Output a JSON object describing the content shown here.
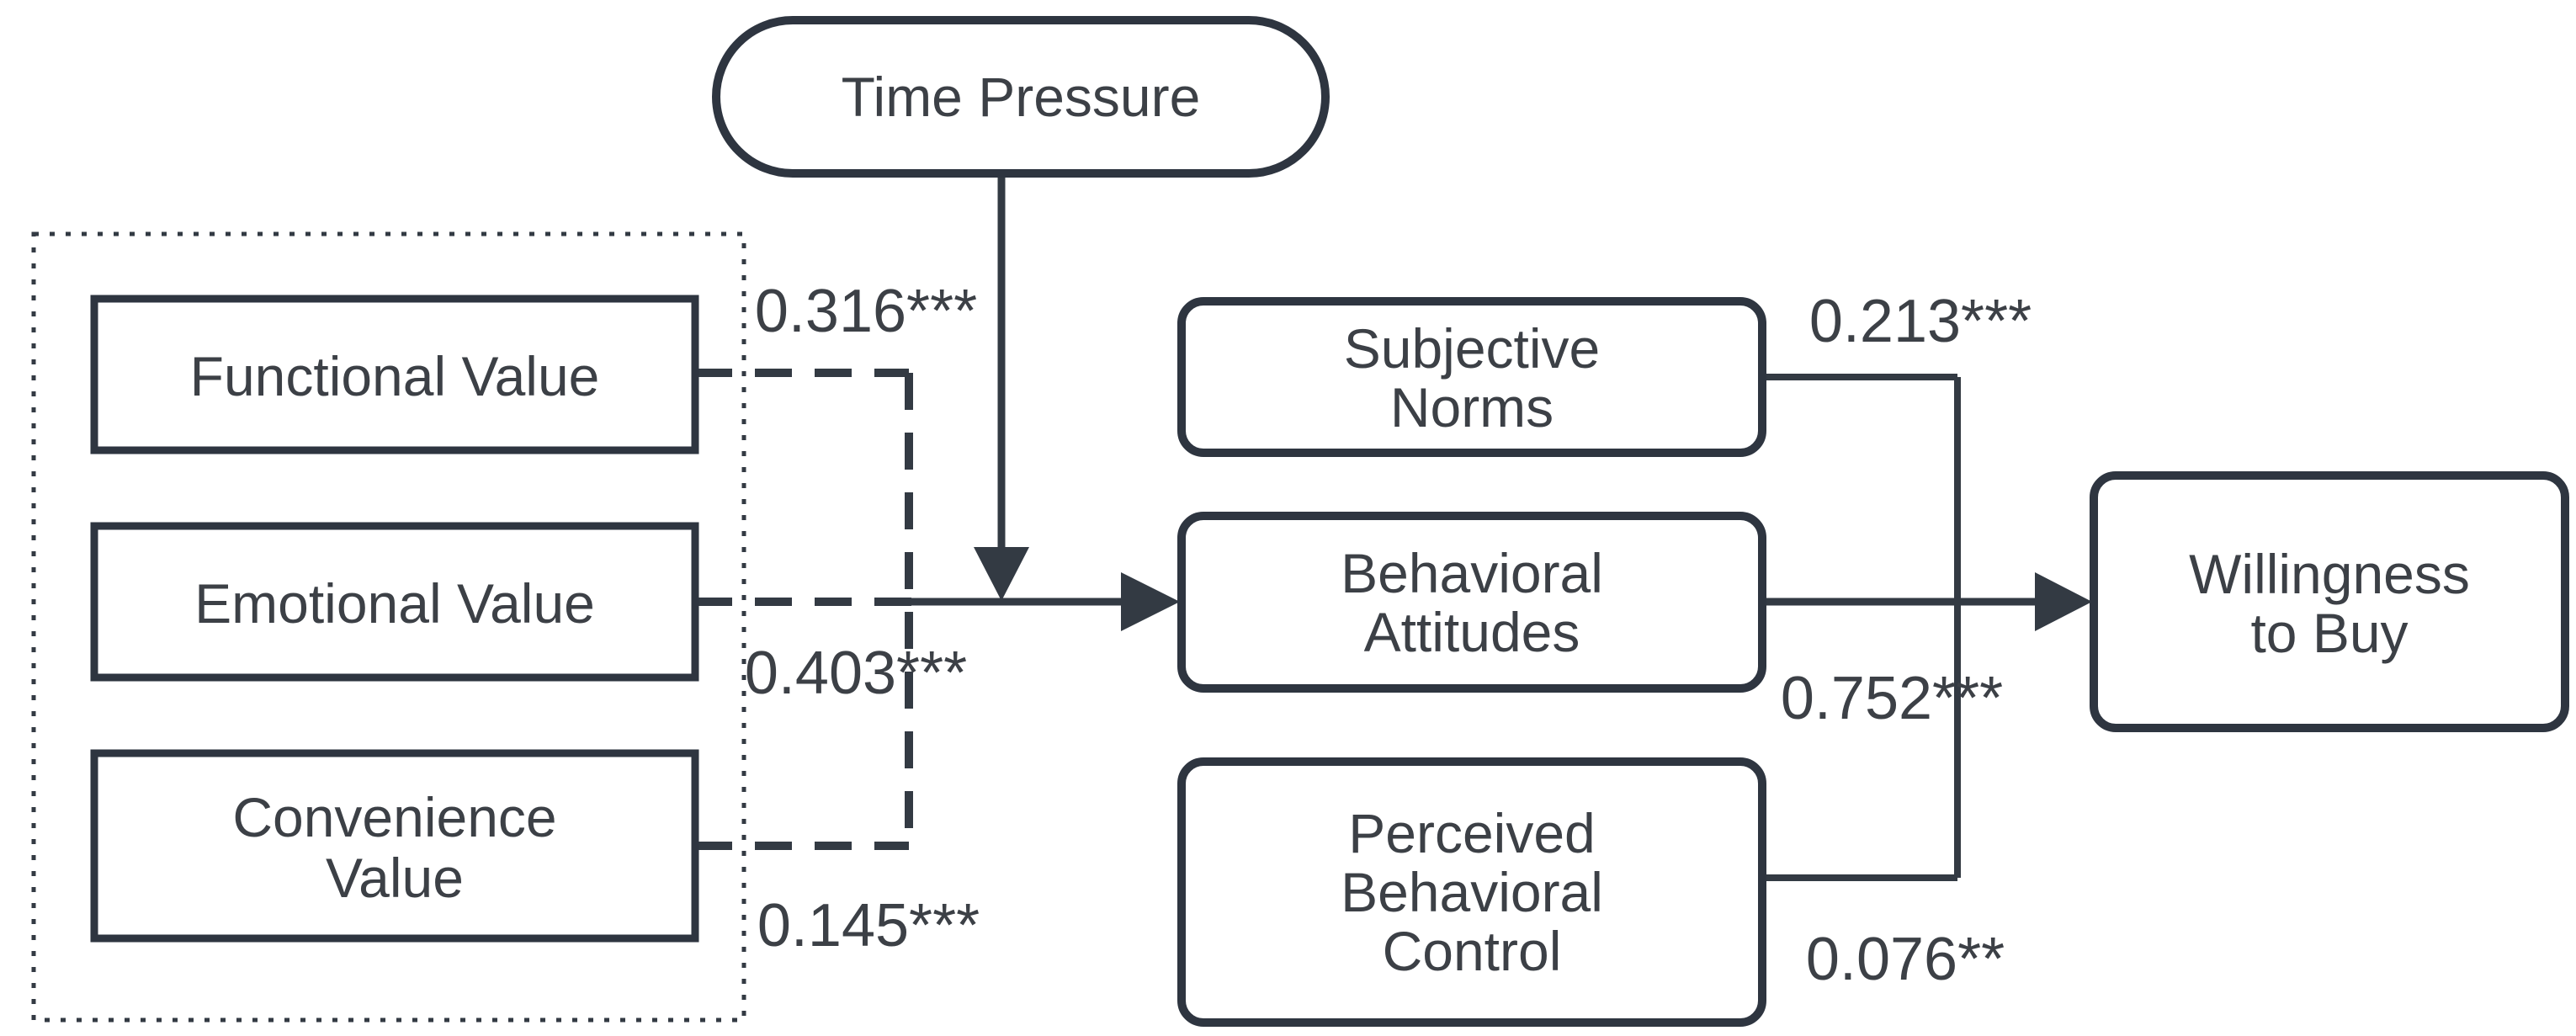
{
  "diagram": {
    "background_color": "#ffffff",
    "line_color": "#333a43",
    "border_color": "#2e3540",
    "text_color": "#3c4046",
    "nodes": {
      "time_pressure": {
        "lines": [
          "Time Pressure"
        ]
      },
      "functional_value": {
        "lines": [
          "Functional Value"
        ]
      },
      "emotional_value": {
        "lines": [
          "Emotional Value"
        ]
      },
      "convenience_value": {
        "lines": [
          "Convenience",
          "Value"
        ]
      },
      "subjective_norms": {
        "lines": [
          "Subjective",
          "Norms"
        ]
      },
      "behavioral_attitudes": {
        "lines": [
          "Behavioral",
          "Attitudes"
        ]
      },
      "perceived_behavioral_control": {
        "lines": [
          "Perceived",
          "Behavioral",
          "Control"
        ]
      },
      "willingness_to_buy": {
        "lines": [
          "Willingness",
          "to Buy"
        ]
      }
    },
    "edges": [
      {
        "from": "Functional Value",
        "to": "Behavioral Attitudes",
        "coefficient": "0.316***",
        "style": "dashed"
      },
      {
        "from": "Emotional Value",
        "to": "Behavioral Attitudes",
        "coefficient": "0.403***",
        "style": "dashed"
      },
      {
        "from": "Convenience Value",
        "to": "Behavioral Attitudes",
        "coefficient": "0.145***",
        "style": "dashed"
      },
      {
        "from": "Subjective Norms",
        "to": "Willingness to Buy",
        "coefficient": "0.213***",
        "style": "solid"
      },
      {
        "from": "Behavioral Attitudes",
        "to": "Willingness to Buy",
        "coefficient": "0.752***",
        "style": "solid"
      },
      {
        "from": "Perceived Behavioral Control",
        "to": "Willingness to Buy",
        "coefficient": "0.076**",
        "style": "solid"
      },
      {
        "from": "Time Pressure",
        "to": "Values to Behavioral Attitudes path",
        "coefficient": "",
        "style": "solid"
      }
    ]
  }
}
